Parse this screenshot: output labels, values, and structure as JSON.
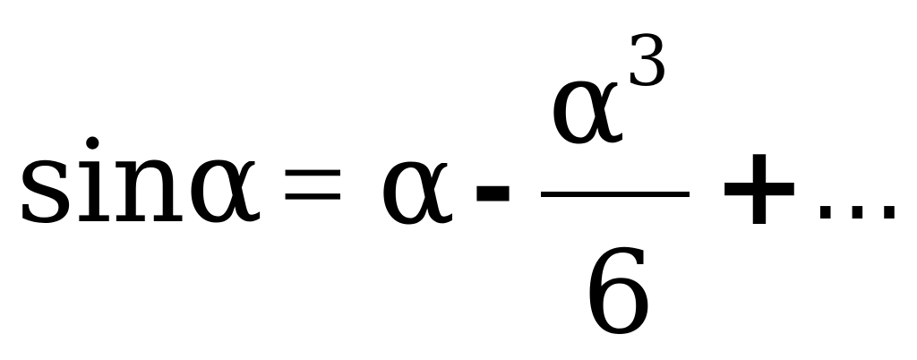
{
  "formula": {
    "lhs": "sinα",
    "equals": "=",
    "term1": "α",
    "minus": "-",
    "numerator": "α",
    "exponent": "3",
    "denominator": "6",
    "plus": "+",
    "ellipsis": "..."
  }
}
